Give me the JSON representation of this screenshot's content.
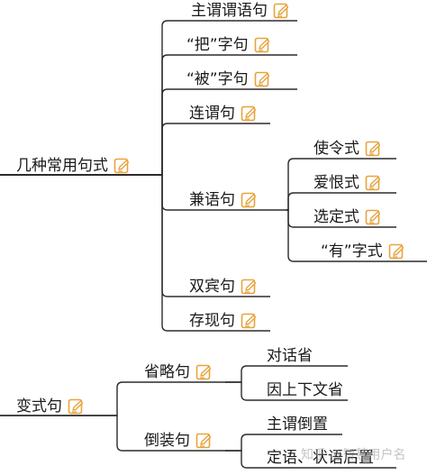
{
  "colors": {
    "line": "#2b2b2b",
    "icon": "#e8a33c",
    "text": "#1a1a1a"
  },
  "icons": {
    "note": "edit-note-icon"
  },
  "diagram": {
    "root1": {
      "label": "几种常用句式",
      "children": [
        "主谓谓语句",
        "“把”字句",
        "“被”字句",
        "连谓句",
        "兼语句",
        "双宾句",
        "存现句"
      ],
      "jianyu_children": [
        "使令式",
        "爱恨式",
        "选定式",
        "“有”字式"
      ]
    },
    "root2": {
      "label": "变式句",
      "shenglue": {
        "label": "省略句",
        "children": [
          "对话省",
          "因上下文省"
        ]
      },
      "daozhuang": {
        "label": "倒装句",
        "children": [
          "主谓倒置",
          "定语、状语后置"
        ]
      }
    }
  },
  "watermark": "知乎 @智慧用户名"
}
